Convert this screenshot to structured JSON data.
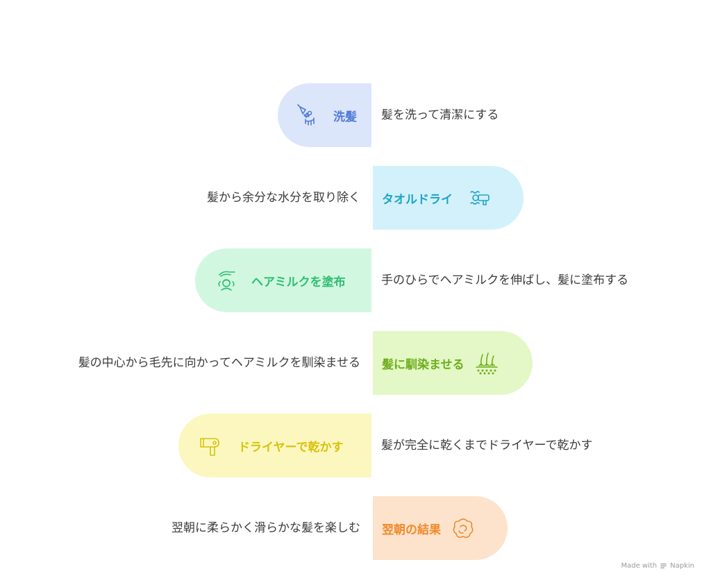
{
  "steps": [
    {
      "label": "洗髪",
      "description": "髪を洗って清潔にする",
      "icon": "shower-icon",
      "fill": "#dce6fb",
      "text_color": "#4f7bd6"
    },
    {
      "label": "タオルドライ",
      "description": "髪から余分な水分を取り除く",
      "icon": "hair-dryer-waves-icon",
      "fill": "#d2f1fb",
      "text_color": "#1fa3c7"
    },
    {
      "label": "ヘアミルクを塗布",
      "description": "手のひらでヘアミルクを伸ばし、髪に塗布する",
      "icon": "hand-applying-icon",
      "fill": "#d2f7e1",
      "text_color": "#2fbf71"
    },
    {
      "label": "髪に馴染ませる",
      "description": "髪の中心から毛先に向かってヘアミルクを馴染ませる",
      "icon": "hair-follicle-icon",
      "fill": "#e3f8c6",
      "text_color": "#6fae1d"
    },
    {
      "label": "ドライヤーで乾かす",
      "description": "髪が完全に乾くまでドライヤーで乾かす",
      "icon": "hair-dryer-icon",
      "fill": "#fbf7bf",
      "text_color": "#d8c20f"
    },
    {
      "label": "翌朝の結果",
      "description": "翌朝に柔らかく滑らかな髪を楽しむ",
      "icon": "fluffy-cloud-icon",
      "fill": "#fde3cc",
      "text_color": "#f08a2c"
    }
  ],
  "watermark": {
    "prefix": "Made with",
    "brand": "Napkin"
  }
}
